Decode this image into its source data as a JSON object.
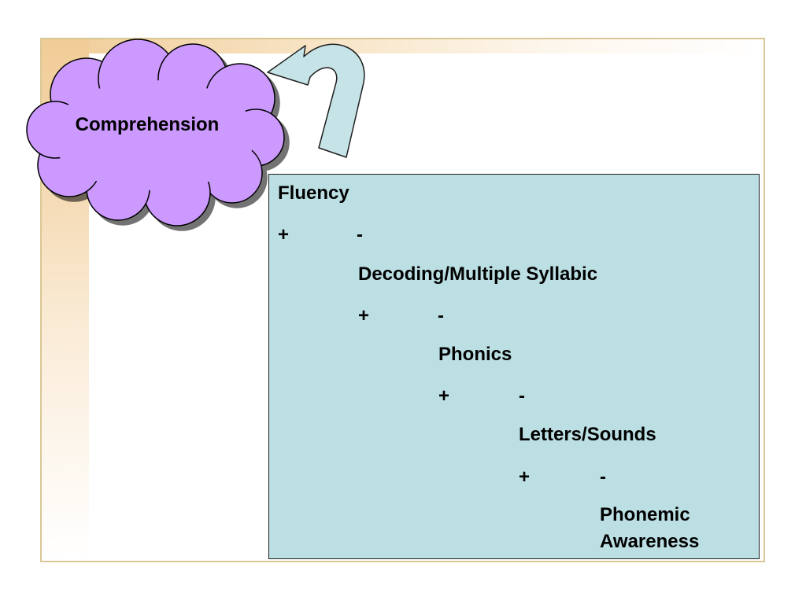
{
  "cloud": {
    "label": "Comprehension"
  },
  "hierarchy": {
    "fluency": "Fluency",
    "level1_plus": "+",
    "level1_minus": "-",
    "decoding": "Decoding/Multiple Syllabic",
    "level2_plus": "+",
    "level2_minus": "-",
    "phonics": "Phonics",
    "level3_plus": "+",
    "level3_minus": "-",
    "letters_sounds": "Letters/Sounds",
    "level4_plus": "+",
    "level4_minus": "-",
    "phonemic_line1": "Phonemic",
    "phonemic_line2": "Awareness"
  },
  "colors": {
    "cloud_fill": "#cc99ff",
    "box_fill": "#bbdfe3",
    "arrow_fill": "#c6e4e8",
    "frame_border": "#d9c795"
  }
}
